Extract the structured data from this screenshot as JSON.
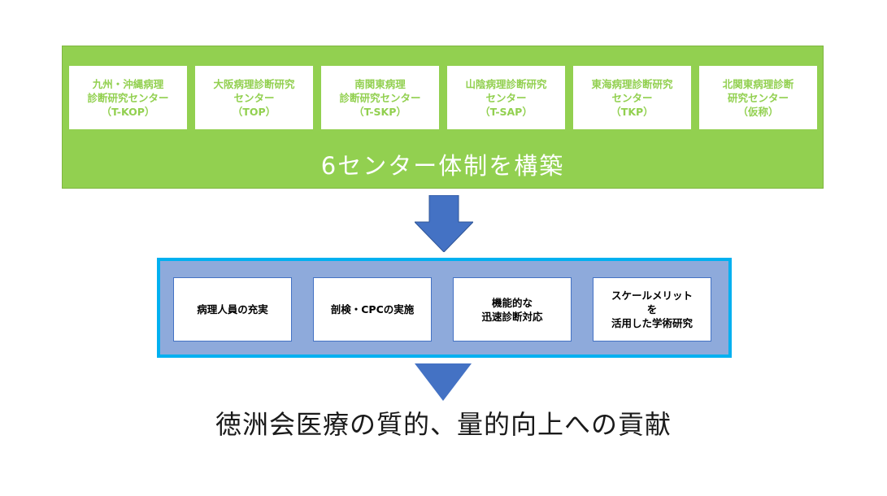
{
  "colors": {
    "green_panel": "#92d050",
    "center_text": "#92d050",
    "arrow": "#4472c4",
    "blue_panel": "#8eaadb",
    "blue_panel_border": "#00b0f0"
  },
  "centers": [
    {
      "label": "九州・沖縄病理\n診断研究センター\n（T-KOP）"
    },
    {
      "label": "大阪病理診断研究\nセンター\n（TOP）"
    },
    {
      "label": "南関東病理\n診断研究センター\n（T-SKP）"
    },
    {
      "label": "山陰病理診断研究\nセンター\n（T-SAP）"
    },
    {
      "label": "東海病理診断研究\nセンター\n（TKP）"
    },
    {
      "label": "北関東病理診断\n研究センター\n（仮称）"
    }
  ],
  "panel_title": "6センター体制を構築",
  "effects": [
    {
      "label": "病理人員の充実"
    },
    {
      "label": "剖検・CPCの実施"
    },
    {
      "label": "機能的な\n迅速診断対応"
    },
    {
      "label": "スケールメリット\nを\n活用した学術研究"
    }
  ],
  "conclusion": "徳洲会医療の質的、量的向上への貢献"
}
